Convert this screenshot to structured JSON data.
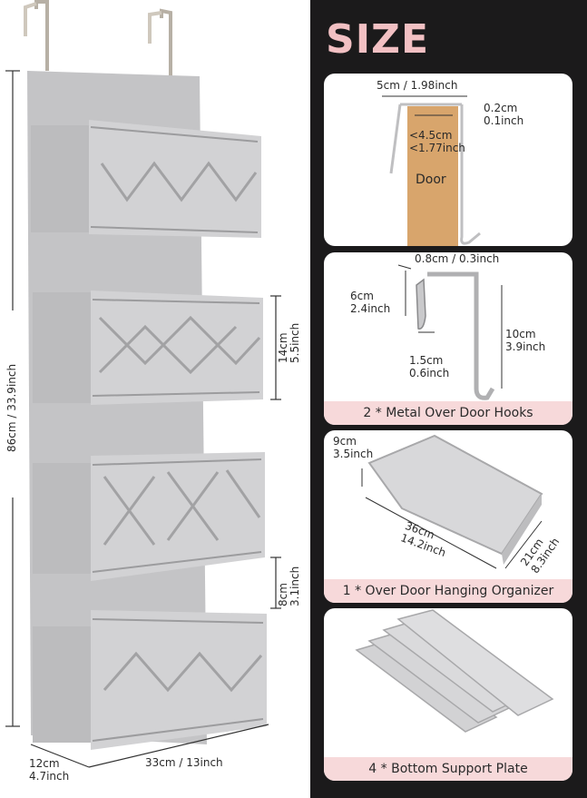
{
  "left": {
    "height_label": "86cm / 33.9inch",
    "pocket_height": {
      "cm": "14cm",
      "inch": "5.5inch"
    },
    "pocket_gap": {
      "cm": "8cm",
      "inch": "3.1inch"
    },
    "depth": {
      "cm": "12cm",
      "inch": "4.7inch"
    },
    "width_label": "33cm / 13inch"
  },
  "right": {
    "title": "SIZE",
    "hook_card": {
      "width_label": "5cm / 1.98inch",
      "thickness": {
        "cm": "0.2cm",
        "inch": "0.1inch"
      },
      "door_gap": {
        "cm": "<4.5cm",
        "inch": "<1.77inch"
      },
      "door_label": "Door"
    },
    "hooks_card": {
      "top_width": "0.8cm / 0.3inch",
      "short_leg": {
        "cm": "6cm",
        "inch": "2.4inch"
      },
      "long_leg": {
        "cm": "10cm",
        "inch": "3.9inch"
      },
      "hook_width": {
        "cm": "1.5cm",
        "inch": "0.6inch"
      },
      "caption": "2 * Metal Over Door Hooks"
    },
    "organizer_card": {
      "thickness": {
        "cm": "9cm",
        "inch": "3.5inch"
      },
      "length": {
        "cm": "36cm",
        "inch": "14.2inch"
      },
      "width": {
        "cm": "21cm",
        "inch": "8.3inch"
      },
      "caption": "1 * Over Door Hanging Organizer"
    },
    "plate_card": {
      "caption": "4 * Bottom Support Plate"
    }
  },
  "colors": {
    "accent_pink": "#f2c0c3",
    "caption_bg": "#f7d9da",
    "fabric_gray": "#c9c9cb",
    "panel_dark": "#1b1a1b"
  }
}
